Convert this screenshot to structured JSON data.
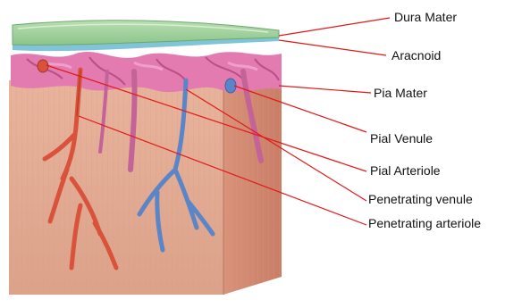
{
  "labels": {
    "dura_mater": "Dura Mater",
    "aracnoid": "Aracnoid",
    "pia_mater": "Pia Mater",
    "pial_venule": "Pial Venule",
    "pial_arteriole": "Pial Arteriole",
    "penetrating_venule": "Penetrating venule",
    "penetrating_arteriole": "Penetrating arteriole"
  },
  "colors": {
    "dura": "#9fcf9a",
    "arachnoid": "#7fc4d8",
    "pia_tissue": "#e37bb0",
    "cortex": "#e6aa8f",
    "venule": "#5a86c8",
    "arteriole": "#d9523b",
    "leader_line": "#e01818"
  }
}
